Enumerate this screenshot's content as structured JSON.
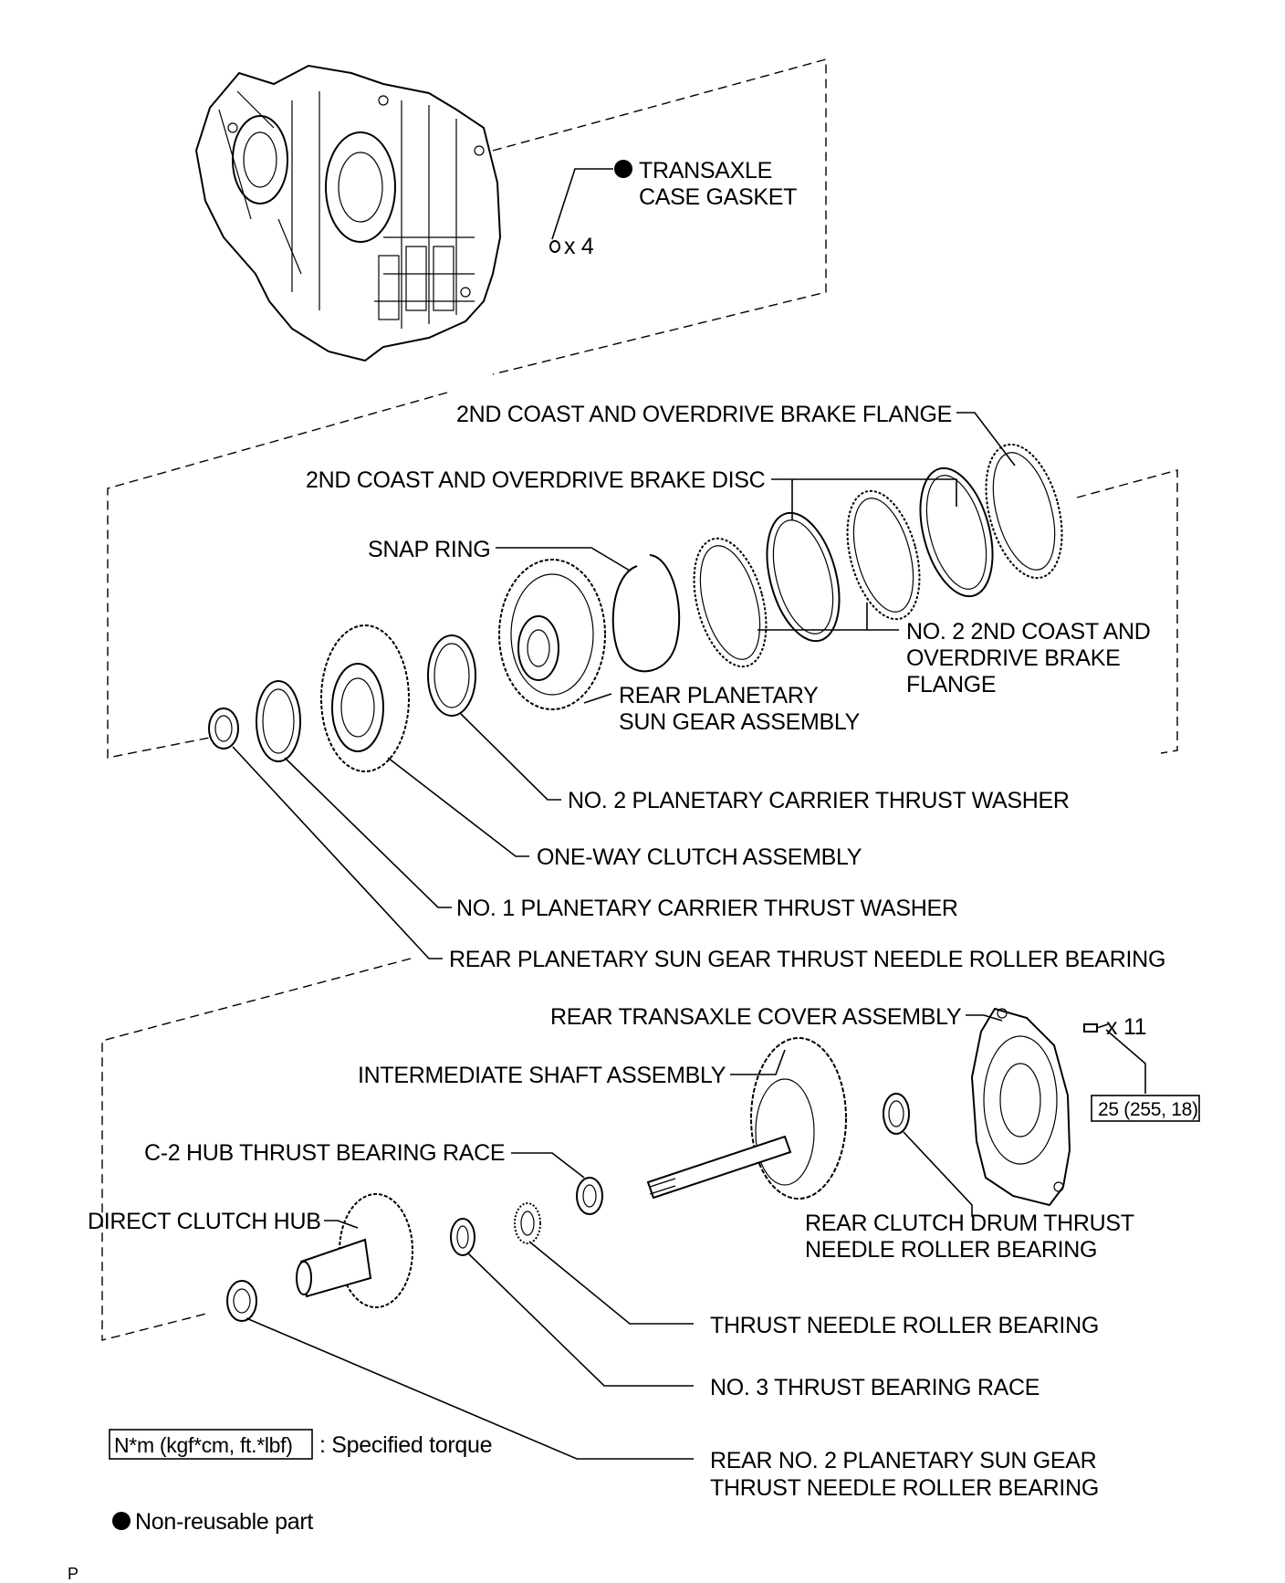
{
  "labels": {
    "transaxle_case_gasket_1": "TRANSAXLE",
    "transaxle_case_gasket_2": "CASE GASKET",
    "gasket_qty": "x 4",
    "brake_flange": "2ND COAST AND OVERDRIVE BRAKE FLANGE",
    "brake_disc": "2ND COAST AND OVERDRIVE BRAKE DISC",
    "snap_ring": "SNAP RING",
    "no2_flange_1": "NO. 2 2ND COAST AND",
    "no2_flange_2": "OVERDRIVE BRAKE",
    "no2_flange_3": "FLANGE",
    "rear_planetary_1": "REAR PLANETARY",
    "rear_planetary_2": "SUN GEAR ASSEMBLY",
    "no2_carrier_washer": "NO. 2 PLANETARY CARRIER THRUST WASHER",
    "one_way_clutch": "ONE-WAY CLUTCH ASSEMBLY",
    "no1_carrier_washer": "NO. 1 PLANETARY CARRIER THRUST WASHER",
    "rear_sun_gear_bearing": "REAR PLANETARY SUN GEAR THRUST NEEDLE ROLLER BEARING",
    "rear_transaxle_cover": "REAR TRANSAXLE COVER ASSEMBLY",
    "bolt_qty": "x 11",
    "torque_value": "25 (255, 18)",
    "intermediate_shaft": "INTERMEDIATE SHAFT ASSEMBLY",
    "c2_hub_race": "C-2 HUB THRUST BEARING RACE",
    "direct_clutch_hub": "DIRECT CLUTCH HUB",
    "rear_clutch_drum_1": "REAR CLUTCH DRUM THRUST",
    "rear_clutch_drum_2": "NEEDLE ROLLER BEARING",
    "thrust_needle_bearing": "THRUST NEEDLE ROLLER BEARING",
    "no3_race": "NO. 3 THRUST BEARING RACE",
    "rear_no2_1": "REAR NO. 2 PLANETARY SUN GEAR",
    "rear_no2_2": "THRUST NEEDLE ROLLER BEARING"
  },
  "legend": {
    "torque_unit": "N*m (kgf*cm, ft.*lbf)",
    "torque_desc": ": Specified torque",
    "non_reusable": "Non-reusable part"
  },
  "footer": {
    "code": "P"
  }
}
